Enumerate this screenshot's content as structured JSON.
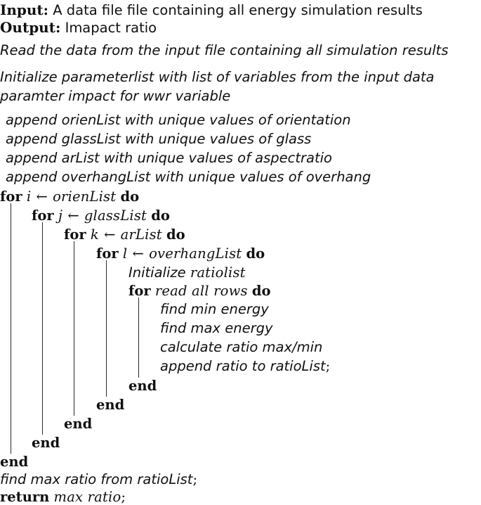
{
  "document": {
    "kind": "algorithm-pseudocode",
    "background_color": "#ffffff",
    "text_color": "#101010"
  },
  "header": {
    "input_label": "Input:",
    "input_text": "A data file file containing all energy simulation results",
    "output_label": "Output:",
    "output_text": "Imapact ratio"
  },
  "preamble": {
    "read_data": "Read the data from the input file containing all simulation results",
    "initialize": "Initialize parameterlist with list of variables from the input data paramter impact for wwr variable"
  },
  "appends": [
    "append orienList with unique values of orientation",
    "append glassList with unique values of glass",
    "append arList with unique values of aspectratio",
    "append overhangList with unique values of overhang"
  ],
  "loops": {
    "for_kw": "for",
    "do_kw": "do",
    "end_kw": "end",
    "return_kw": "return",
    "arrow": "←",
    "semicolon": ";",
    "level1": {
      "var": "i",
      "list": "orienList"
    },
    "level2": {
      "var": "j",
      "list": "glassList"
    },
    "level3": {
      "var": "k",
      "list": "arList"
    },
    "level4": {
      "var": "l",
      "list": "overhangList"
    },
    "level5": {
      "range": "read all rows"
    }
  },
  "body": {
    "initialize_ratiolist_kw": "Initialize",
    "initialize_ratiolist_var": "ratiolist",
    "find_min": "find min energy",
    "find_max": "find max energy",
    "calculate_ratio": "calculate ratio max/min",
    "append_ratio": "append ratio to ratioList"
  },
  "tail": {
    "find_max_ratio": "find max ratio from ratioList",
    "return_value": "max ratio"
  }
}
